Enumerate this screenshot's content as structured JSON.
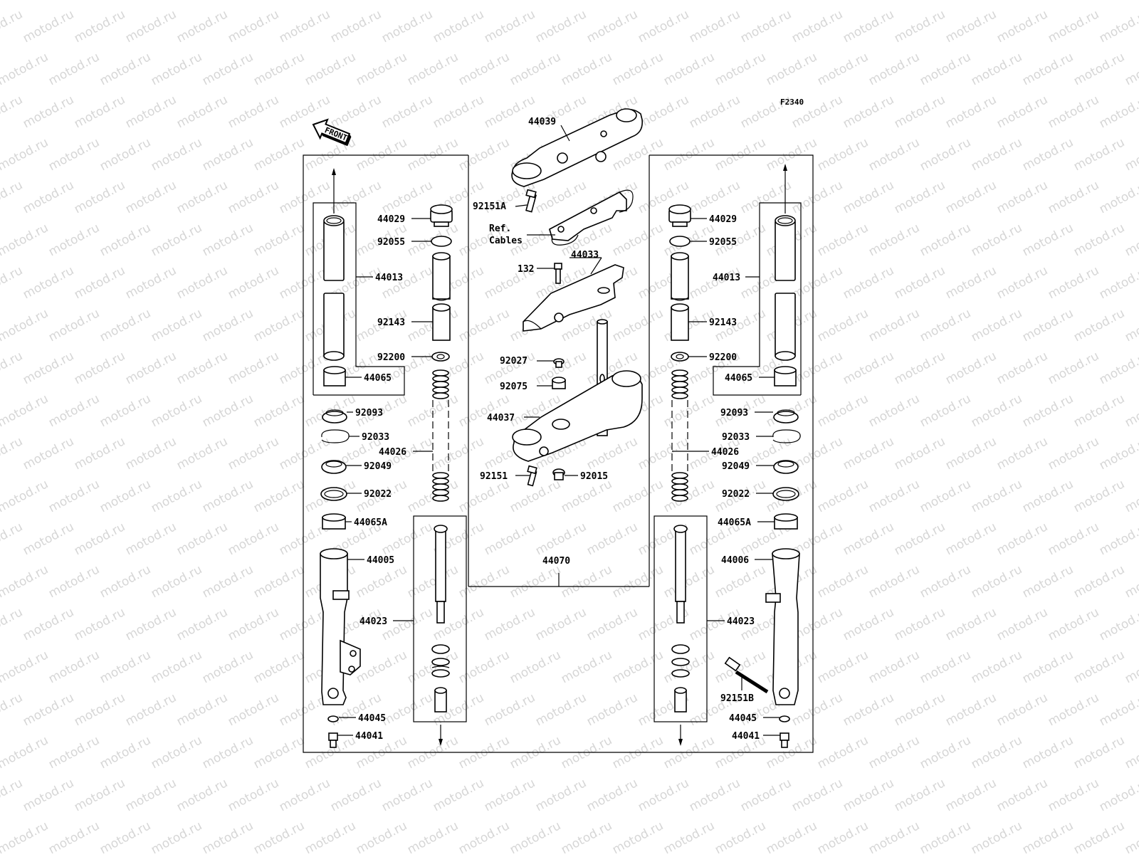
{
  "watermark": "motod.ru",
  "figure_code": "F2340",
  "front_label": "FRONT",
  "ref_cables": {
    "line1": "Ref.",
    "line2": "Cables"
  },
  "center_parts": {
    "p44039": "44039",
    "p92151a": "92151A",
    "p44033": "44033",
    "p132": "132",
    "p92027": "92027",
    "p92075": "92075",
    "p44037": "44037",
    "p92151": "92151",
    "p92015": "92015",
    "p44070": "44070"
  },
  "left_parts": {
    "p44029": "44029",
    "p92055": "92055",
    "p44013": "44013",
    "p92143": "92143",
    "p92200": "92200",
    "p44065": "44065",
    "p92093": "92093",
    "p92033": "92033",
    "p44026": "44026",
    "p92049": "92049",
    "p92022": "92022",
    "p44065a": "44065A",
    "p44005": "44005",
    "p44023": "44023",
    "p44045": "44045",
    "p44041": "44041"
  },
  "right_parts": {
    "p44029": "44029",
    "p92055": "92055",
    "p44013": "44013",
    "p92143": "92143",
    "p92200": "92200",
    "p44065": "44065",
    "p92093": "92093",
    "p92033": "92033",
    "p44026": "44026",
    "p92049": "92049",
    "p92022": "92022",
    "p44065a": "44065A",
    "p44006": "44006",
    "p44023": "44023",
    "p92151b": "92151B",
    "p44045": "44045",
    "p44041": "44041"
  }
}
